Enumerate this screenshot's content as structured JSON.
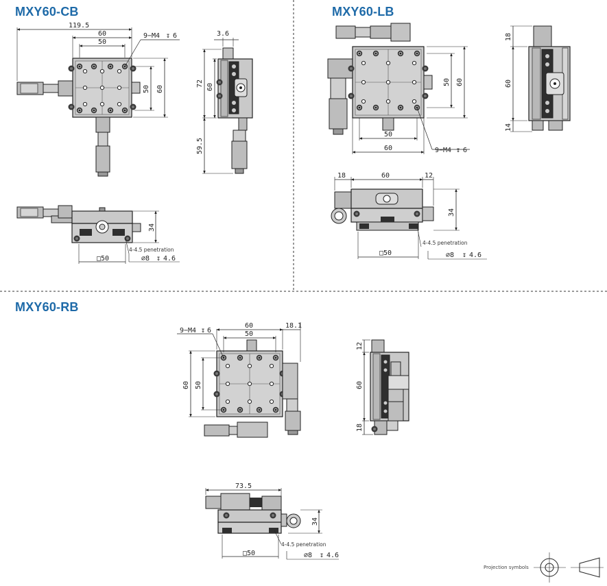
{
  "titles": {
    "cb": "MXY60-CB",
    "lb": "MXY60-LB",
    "rb": "MXY60-RB"
  },
  "cb": {
    "overall_width": "119.5",
    "stage_width": "60",
    "hole_pitch": "50",
    "holes_callout": "9−M4",
    "holes_depth": "6",
    "pitch_right": "50",
    "width_right": "60",
    "side_offset": "3.6",
    "side_h72": "72",
    "side_h60": "60",
    "micrometer_len": "59.5",
    "front_height": "34",
    "bottom_pitch": "□50",
    "penetration": "4-4.5 penetration",
    "counterbore": "∅8",
    "cb_depth": "4.6"
  },
  "lb": {
    "bottom_pitch": "50",
    "bottom_width": "60",
    "pitch_right": "50",
    "width_right": "60",
    "holes_callout": "9−M4",
    "holes_depth": "6",
    "side_top": "18",
    "side_mid": "60",
    "side_bottom": "14",
    "front_left": "18",
    "front_mid": "60",
    "front_right": "12",
    "front_height": "34",
    "front_pitch": "□50",
    "penetration": "4-4.5 penetration",
    "counterbore": "∅8",
    "cb_depth": "4.6"
  },
  "rb": {
    "holes_callout": "9−M4",
    "holes_depth": "6",
    "top_width": "60",
    "top_extra": "18.1",
    "hole_pitch": "50",
    "left_60": "60",
    "left_50": "50",
    "side_top": "12",
    "side_mid": "60",
    "side_bottom": "18",
    "front_width": "73.5",
    "front_height": "34",
    "front_pitch": "□50",
    "penetration": "4-4.5 penetration",
    "counterbore": "∅8",
    "cb_depth": "4.6"
  },
  "projection_label": "Projection symbols",
  "colors": {
    "title": "#1e6aa8",
    "body": "#c9c9c9",
    "dark": "#2a2a2a",
    "line": "#222222"
  }
}
